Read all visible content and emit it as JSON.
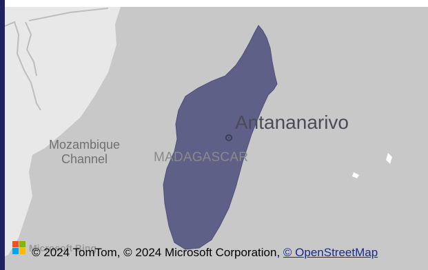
{
  "map": {
    "water_label": [
      "Mozambique",
      "Channel"
    ],
    "country_label": "MADAGASCAR",
    "city_label": "Antananarivo",
    "colors": {
      "ocean": "#c8c8c8",
      "mainland": "#e8e8e8",
      "island": "#5e6088",
      "border": "#c0c0c0"
    }
  },
  "logo": {
    "name": "microsoft-logo",
    "text": "Microsoft Bing",
    "colors": [
      "#f25022",
      "#7fba00",
      "#00a4ef",
      "#ffb900"
    ]
  },
  "attribution": {
    "text": "© 2024 TomTom, © 2024 Microsoft Corporation, ",
    "link_text": "© OpenStreetMap"
  }
}
